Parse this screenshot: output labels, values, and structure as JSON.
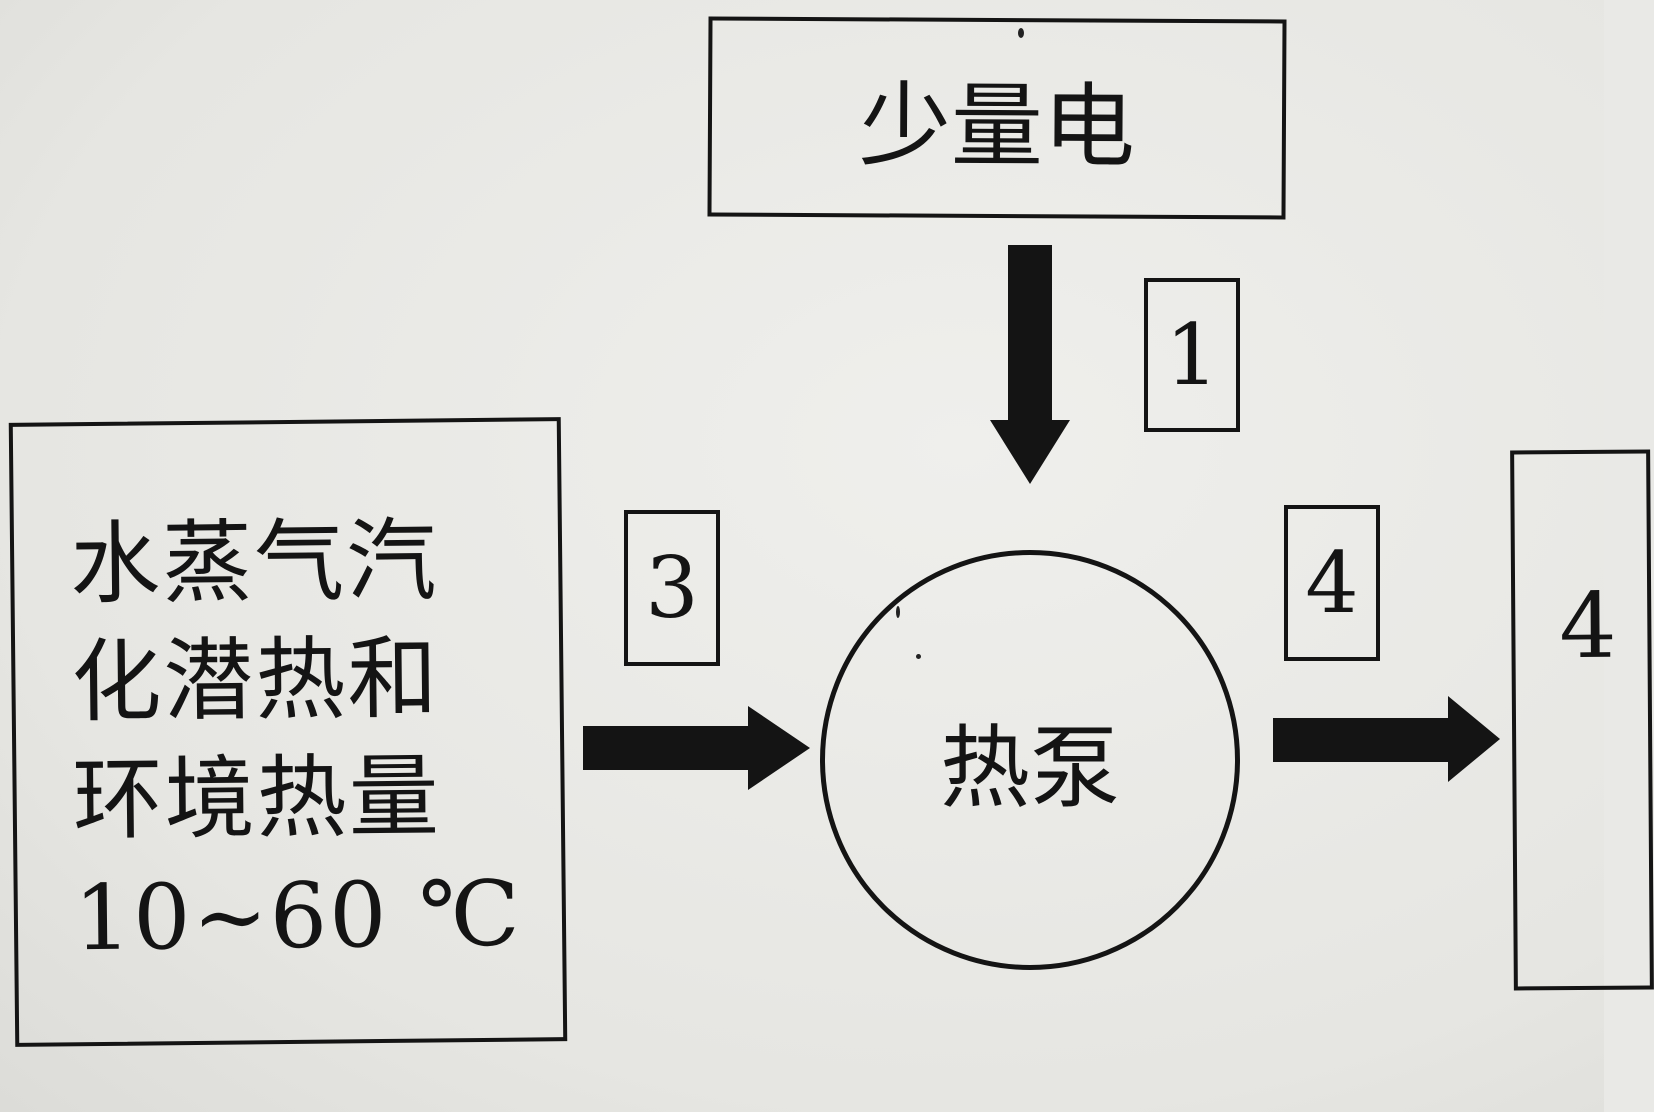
{
  "diagram": {
    "top_box_label": "少量电",
    "source_box_lines": [
      "水蒸气汽",
      "化潜热和",
      "环境热量",
      "10~60 ℃"
    ],
    "pump_label": "热泵",
    "right_box_label": "4",
    "markers": {
      "m1": "1",
      "m3": "3",
      "m4": "4"
    }
  },
  "colors": {
    "ink": "#141414",
    "paper": "#e9e9e6"
  }
}
